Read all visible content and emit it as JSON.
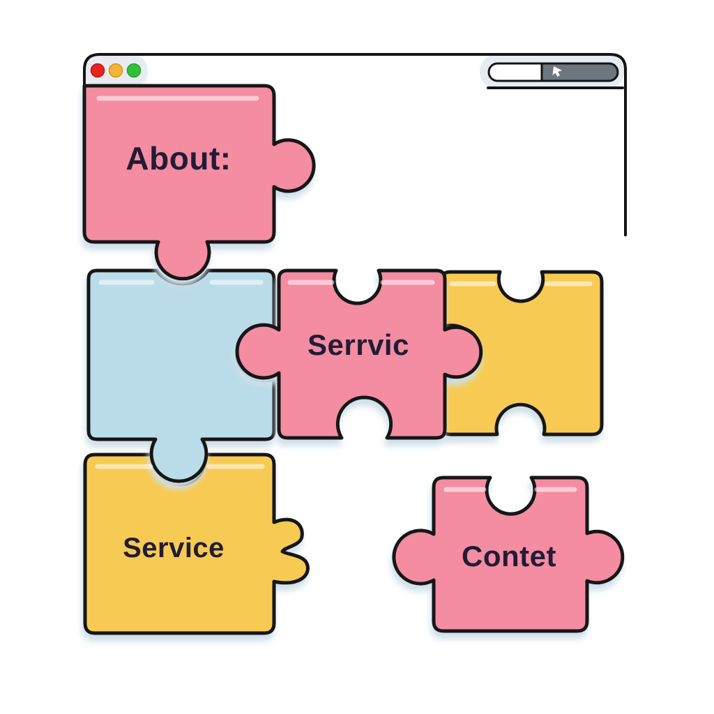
{
  "browser_window": {
    "chrome_color": "#e8ecf1",
    "traffic_lights": [
      {
        "name": "close",
        "color": "#e8251d"
      },
      {
        "name": "minimize",
        "color": "#f2b43c"
      },
      {
        "name": "maximize",
        "color": "#33bf3a"
      }
    ],
    "address_bar": {
      "value": "",
      "button_color": "#6e7680",
      "cursor_icon": "cursor-arrow"
    }
  },
  "pieces": [
    {
      "id": "about",
      "label": "About:",
      "color": "#f48ca2"
    },
    {
      "id": "blank-blue",
      "label": "",
      "color": "#b9dce8"
    },
    {
      "id": "serrvic",
      "label": "Serrvic",
      "color": "#f48ca2"
    },
    {
      "id": "blank-yellow",
      "label": "",
      "color": "#f7ca53"
    },
    {
      "id": "service",
      "label": "Service",
      "color": "#f7ca53"
    },
    {
      "id": "contet",
      "label": "Contet",
      "color": "#f48ca2"
    }
  ],
  "colors": {
    "outline": "#141414",
    "label_text": "#221c35",
    "shadow": "#cfdfe9",
    "background": "#ffffff"
  }
}
